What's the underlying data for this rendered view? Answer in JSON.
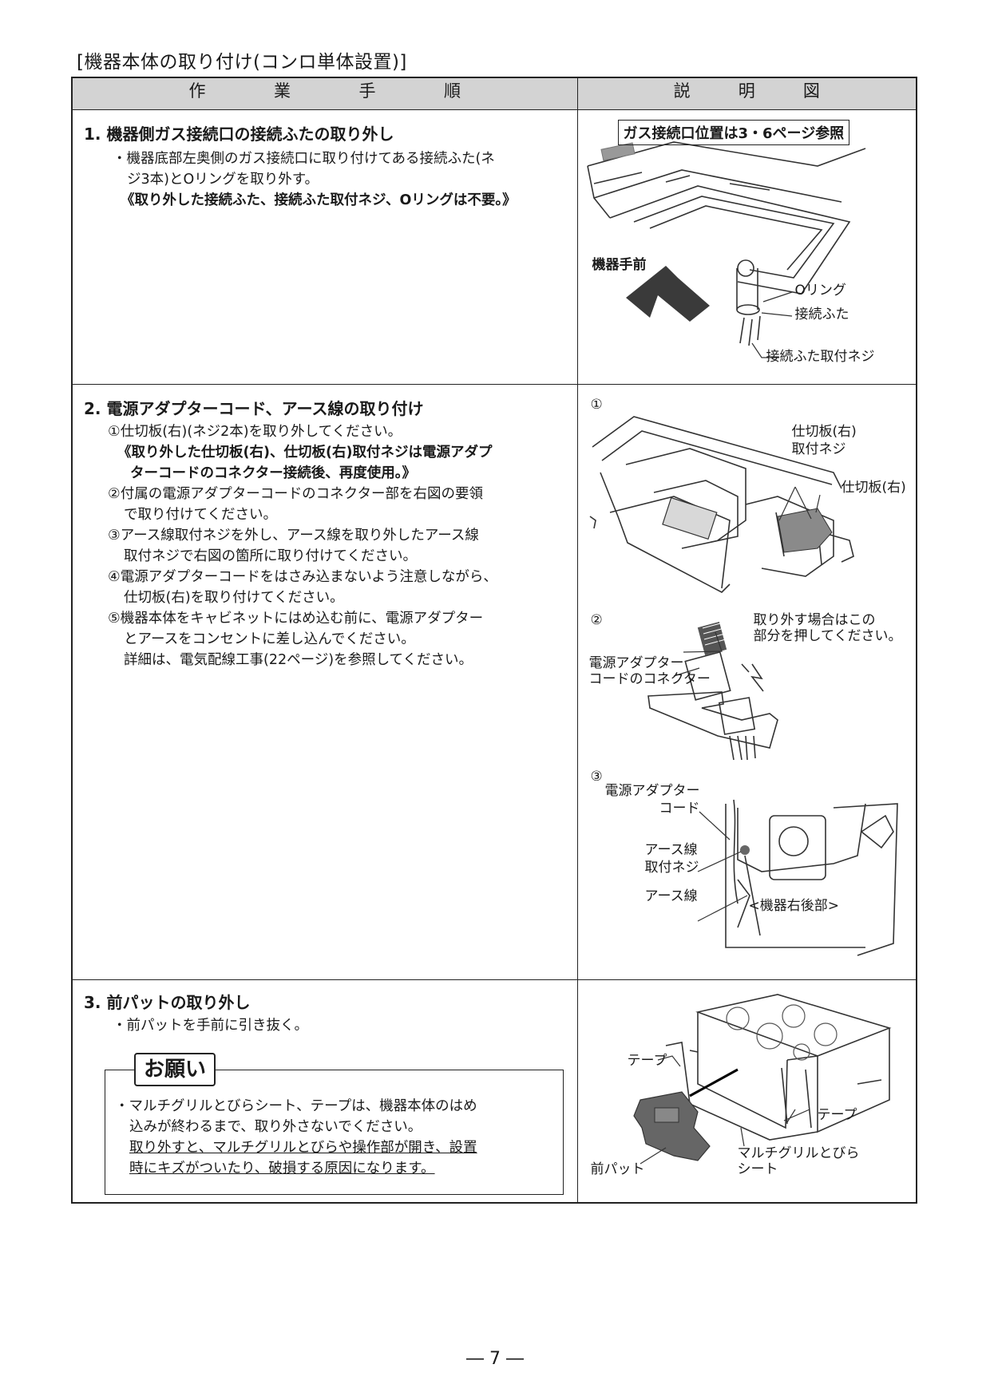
{
  "section_title": "[機器本体の取り付け(コンロ単体設置)]",
  "table_headers": {
    "left": [
      "作",
      "業",
      "手",
      "順"
    ],
    "right": [
      "説",
      "明",
      "図"
    ]
  },
  "step1": {
    "title": "1. 機器側ガス接続口の接続ふたの取り外し",
    "bullet": "・機器底部左奥側のガス接続口に取り付けてある接続ふた(ネジ3本)とOリングを取り外す。",
    "bullet_line1": "・機器底部左奥側のガス接続口に取り付けてある接続ふた(ネ",
    "bullet_line2": "ジ3本)とOリングを取り外す。",
    "note": "《取り外した接続ふた、接続ふた取付ネジ、Oリングは不要。》",
    "figure": {
      "ref_box": "ガス接続口位置は3・6ページ参照",
      "front_label": "機器手前",
      "o_ring": "Oリング",
      "cover": "接続ふた",
      "cover_screw": "接続ふた取付ネジ"
    }
  },
  "step2": {
    "title": "2. 電源アダプターコード、アース線の取り付け",
    "lines": [
      "①仕切板(右)(ネジ2本)を取り外してください。",
      "《取り外した仕切板(右)、仕切板(右)取付ネジは電源アダプ",
      "ターコードのコネクター接続後、再度使用。》",
      "②付属の電源アダプターコードのコネクター部を右図の要領",
      "で取り付けてください。",
      "③アース線取付ネジを外し、アース線を取り外したアース線",
      "取付ネジで右図の箇所に取り付けてください。",
      "④電源アダプターコードをはさみ込まないよう注意しながら、",
      "仕切板(右)を取り付けてください。",
      "⑤機器本体をキャビネットにはめ込む前に、電源アダプター",
      "とアースをコンセントに差し込んでください。",
      "詳細は、電気配線工事(22ページ)を参照してください。"
    ],
    "figure1": {
      "num": "①",
      "screw_label_1": "仕切板(右)",
      "screw_label_2": "取付ネジ",
      "partition": "仕切板(右)"
    },
    "figure2": {
      "num": "②",
      "press_1": "取り外す場合はこの",
      "press_2": "部分を押してください。",
      "connector_1": "電源アダプター",
      "connector_2": "コードのコネクター"
    },
    "figure3": {
      "num": "③",
      "cord_1": "電源アダプター",
      "cord_2": "コード",
      "earth_screw_1": "アース線",
      "earth_screw_2": "取付ネジ",
      "earth": "アース線",
      "location": "<機器右後部>"
    }
  },
  "step3": {
    "title": "3. 前パットの取り外し",
    "bullet": "・前パットを手前に引き抜く。",
    "caution_title": "お願い",
    "caution_line1": "・マルチグリルとびらシート、テープは、機器本体のはめ",
    "caution_line2": "込みが終わるまで、取り外さないでください。",
    "caution_line3": "取り外すと、マルチグリルとびらや操作部が開き、設置",
    "caution_line4": "時にキズがついたり、破損する原因になります。",
    "figure": {
      "tape_top": "テープ",
      "tape_side": "テープ",
      "front_pad": "前パット",
      "door_sheet_1": "マルチグリルとびら",
      "door_sheet_2": "シート"
    }
  },
  "page_number": "― 7 ―"
}
